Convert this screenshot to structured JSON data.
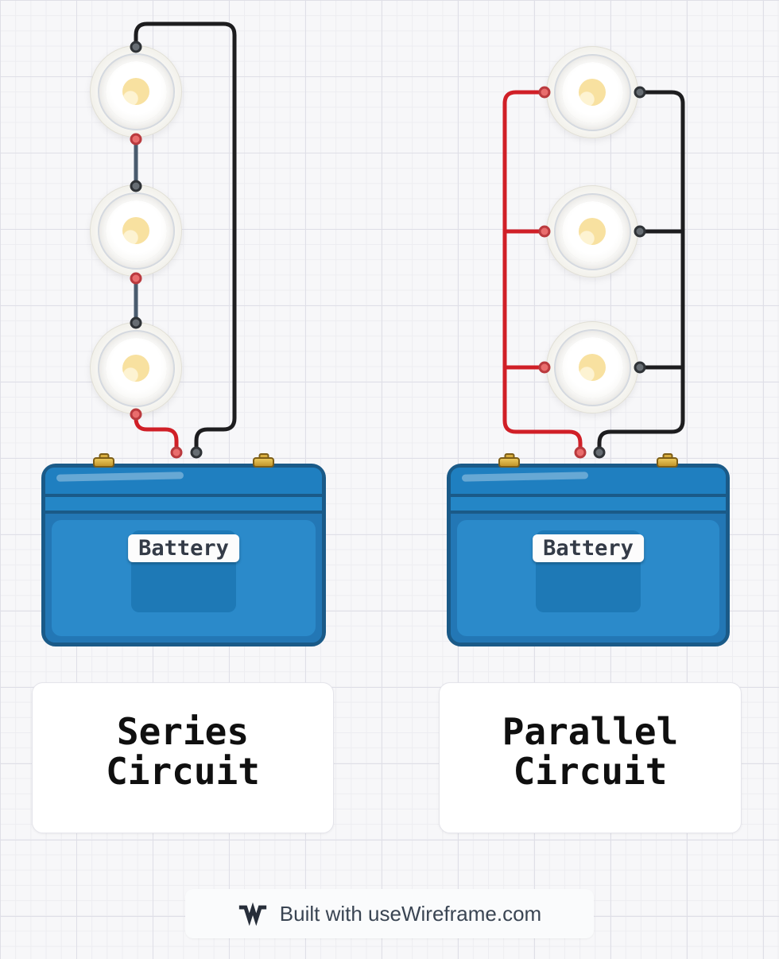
{
  "diagram": {
    "circuits": [
      {
        "id": "series",
        "title": "Series Circuit",
        "title_line1": "Series",
        "title_line2": "Circuit",
        "battery_label": "Battery",
        "bulb_count": 3
      },
      {
        "id": "parallel",
        "title": "Parallel Circuit",
        "title_line1": "Parallel",
        "title_line2": "Circuit",
        "battery_label": "Battery",
        "bulb_count": 3
      }
    ]
  },
  "colors": {
    "wire_red": "#d01f27",
    "wire_black": "#1d1d1f",
    "wire_link": "#4a5b6e",
    "terminal_red": "#e96d6d",
    "terminal_dark": "#676d73",
    "battery_body_blue": "#2581bf",
    "battery_outline_blue": "#1a5a88",
    "battery_post_gold": "#d8ad3e",
    "bulb_glow_yellow": "#f8e1a0"
  },
  "footer": {
    "text": "Built with useWireframe.com",
    "logo": "useWireframe-logo"
  }
}
